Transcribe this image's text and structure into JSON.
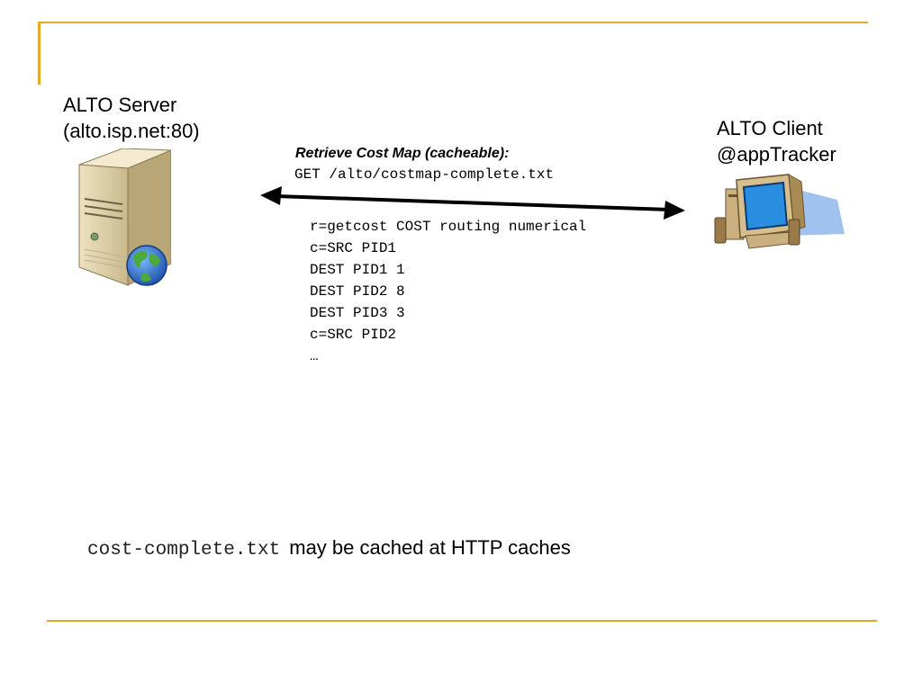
{
  "server": {
    "label_line1": "ALTO Server",
    "label_line2": "(alto.isp.net:80)",
    "icon": "server-globe-icon"
  },
  "client": {
    "label_line1": "ALTO Client",
    "label_line2": "@appTracker",
    "icon": "desktop-computer-icon"
  },
  "message": {
    "title": "Retrieve Cost Map (cacheable):",
    "request": "GET /alto/costmap-complete.txt",
    "response_lines": [
      "r=getcost COST routing numerical",
      "c=SRC PID1",
      "DEST PID1 1",
      "DEST PID2 8",
      "DEST PID3 3",
      "c=SRC PID2",
      "…"
    ]
  },
  "note": {
    "code": "cost-complete.txt",
    "text": "may be cached at HTTP caches"
  },
  "colors": {
    "accent": "#e3a72b",
    "arrow": "#000000",
    "monitor_screen": "#2a8ee0",
    "globe": "#2f72c8"
  }
}
